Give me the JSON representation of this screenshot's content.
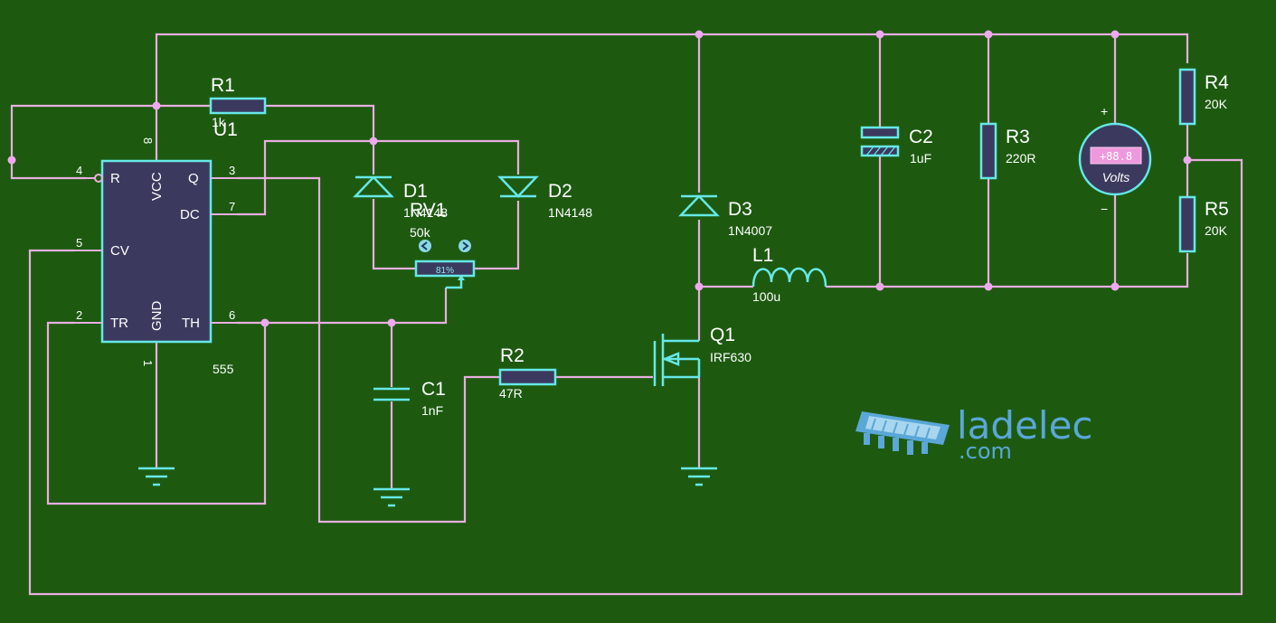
{
  "ic": {
    "ref": "U1",
    "part": "555",
    "pins": {
      "r": {
        "num": "4",
        "name": "R"
      },
      "vcc": {
        "num": "8",
        "name": "VCC"
      },
      "q": {
        "num": "3",
        "name": "Q"
      },
      "dc": {
        "num": "7",
        "name": "DC"
      },
      "cv": {
        "num": "5",
        "name": "CV"
      },
      "tr": {
        "num": "2",
        "name": "TR"
      },
      "gnd": {
        "num": "1",
        "name": "GND"
      },
      "th": {
        "num": "6",
        "name": "TH"
      }
    }
  },
  "components": {
    "r1": {
      "ref": "R1",
      "value": "1k"
    },
    "r2": {
      "ref": "R2",
      "value": "47R"
    },
    "r3": {
      "ref": "R3",
      "value": "220R"
    },
    "r4": {
      "ref": "R4",
      "value": "20K"
    },
    "r5": {
      "ref": "R5",
      "value": "20K"
    },
    "rv1": {
      "ref": "RV1",
      "value": "50k",
      "position_percent": 81,
      "position_label": "81%"
    },
    "d1": {
      "ref": "D1",
      "value": "1N4148"
    },
    "d2": {
      "ref": "D2",
      "value": "1N4148"
    },
    "d3": {
      "ref": "D3",
      "value": "1N4007"
    },
    "c1": {
      "ref": "C1",
      "value": "1nF"
    },
    "c2": {
      "ref": "C2",
      "value": "1uF"
    },
    "l1": {
      "ref": "L1",
      "value": "100u"
    },
    "q1": {
      "ref": "Q1",
      "value": "IRF630"
    }
  },
  "voltmeter": {
    "display": "+88.8",
    "unit_label": "Volts",
    "plus": "+",
    "minus": "−"
  },
  "logo": {
    "name": "ladelec",
    "domain": ".com"
  },
  "colors": {
    "background": "#1d5a10",
    "wire": "#e8aee0",
    "component": "#66e8e8",
    "body": "#3b3a5e",
    "junction": "#f0a8f0",
    "logo": "#5aa7d8"
  }
}
